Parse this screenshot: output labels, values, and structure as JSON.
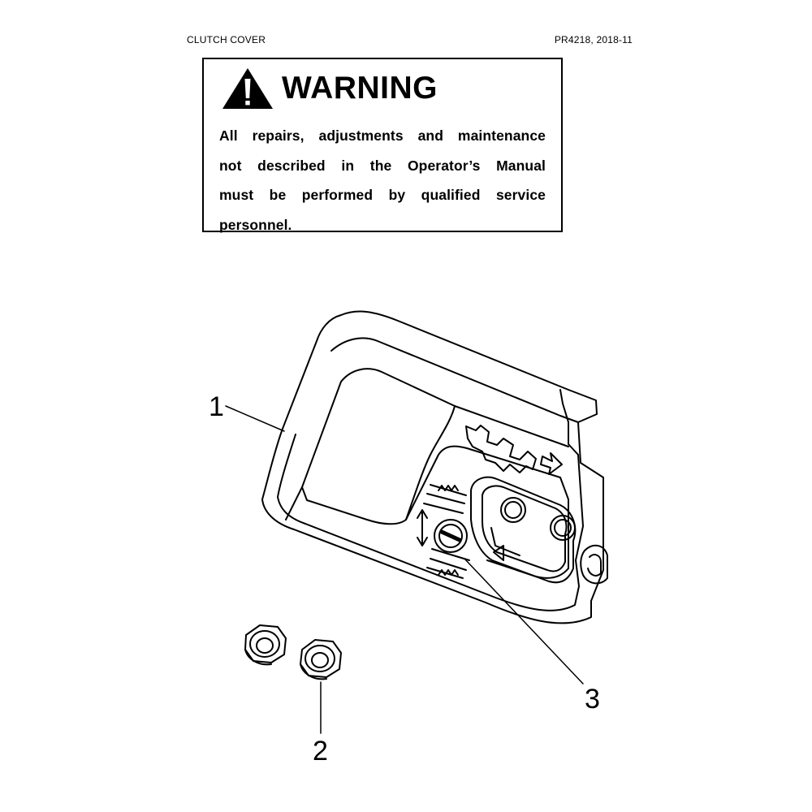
{
  "header": {
    "title": "CLUTCH COVER",
    "doc_ref": "PR4218, 2018-11"
  },
  "warning": {
    "icon": "warning-triangle-icon",
    "title": "WARNING",
    "lines": [
      "All repairs, adjustments and maintenance",
      "not described in the Operator’s Manual",
      "must be performed by qualified  service",
      "personnel."
    ]
  },
  "diagram": {
    "callouts": [
      {
        "label": "1",
        "part": "clutch cover"
      },
      {
        "label": "2",
        "part": "flange nut"
      },
      {
        "label": "3",
        "part": "chain tensioner"
      }
    ]
  }
}
